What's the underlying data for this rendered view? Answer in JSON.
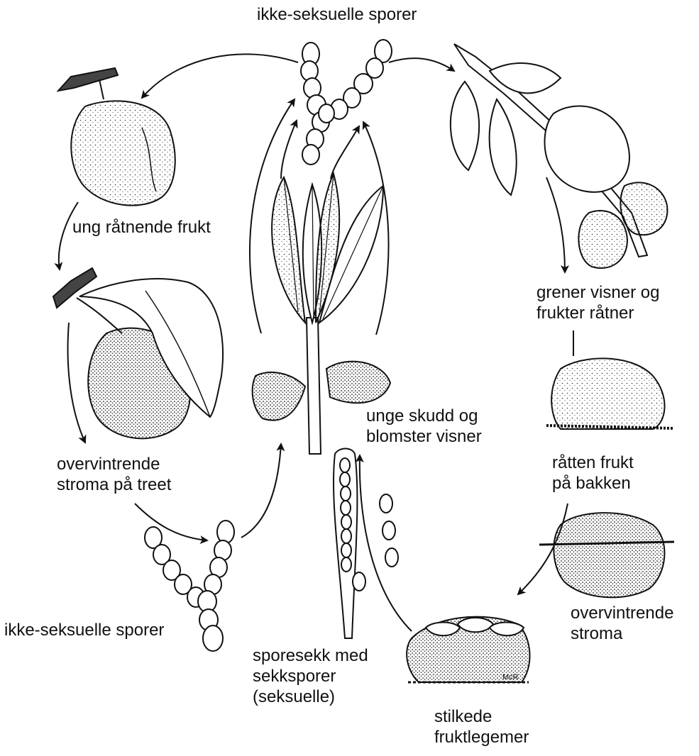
{
  "labels": {
    "asexual_spores_top": "ikke-seksuelle sporer",
    "young_rotting_fruit": "ung råtnende frukt",
    "branches_wilt": [
      "grener visner og",
      "frukter råtner"
    ],
    "overwintering_stroma_tree": [
      "overvintrende",
      "stroma på treet"
    ],
    "young_shoots_wilt": [
      "unge skudd og",
      "blomster visner"
    ],
    "rotten_fruit_ground": [
      "råtten frukt",
      "på bakken"
    ],
    "asexual_spores_bottom": "ikke-seksuelle sporer",
    "overwintering_stroma": [
      "overvintrende",
      "stroma"
    ],
    "ascus_with_ascospores": [
      "sporesekk med",
      "sekksporer",
      "(seksuelle)"
    ],
    "stalked_fruiting_bodies": [
      "stilkede",
      "fruktlegemer"
    ]
  },
  "signature": "McR"
}
